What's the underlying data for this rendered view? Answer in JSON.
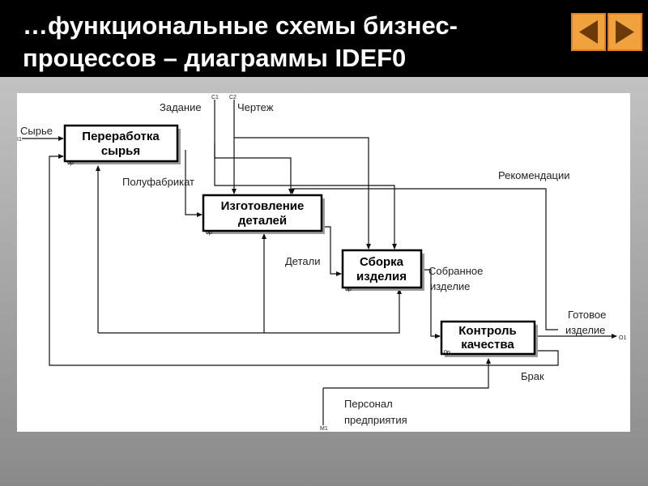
{
  "slide": {
    "title_line1": "…функциональные схемы бизнес-",
    "title_line2": "процессов – диаграммы IDEF0",
    "nav_prev_label": "",
    "nav_next_label": ""
  },
  "colors": {
    "header_bg": "#000000",
    "title_text": "#ffffff",
    "nav_button": "#f2a23c",
    "nav_arrow": "#6b3a08",
    "body_bg": "#b5b5b5",
    "diagram_bg": "#ffffff"
  },
  "icons": {
    "prev": "triangle-left-icon",
    "next": "triangle-right-icon"
  },
  "diagram": {
    "boxes": [
      {
        "title_line1": "Переработка",
        "title_line2": "сырья",
        "number": "0р"
      },
      {
        "title_line1": "Изготовление",
        "title_line2": "деталей",
        "number": "0р"
      },
      {
        "title_line1": "Сборка",
        "title_line2": "изделия",
        "number": "0р"
      },
      {
        "title_line1": "Контроль",
        "title_line2": "качества",
        "number": "0р"
      }
    ],
    "labels": {
      "raw": "Сырье",
      "task": "Задание",
      "drawing": "Чертеж",
      "semi": "Полуфабрикат",
      "recommendations": "Рекомендации",
      "parts": "Детали",
      "assembled_1": "Собранное",
      "assembled_2": "изделие",
      "finished_1": "Готовое",
      "finished_2": "изделие",
      "defect": "Брак",
      "staff_1": "Персонал",
      "staff_2": "предприятия"
    },
    "codes": {
      "i1": "I1",
      "c1": "C1",
      "c2": "C2",
      "o1": "O1",
      "m1": "M1"
    }
  }
}
